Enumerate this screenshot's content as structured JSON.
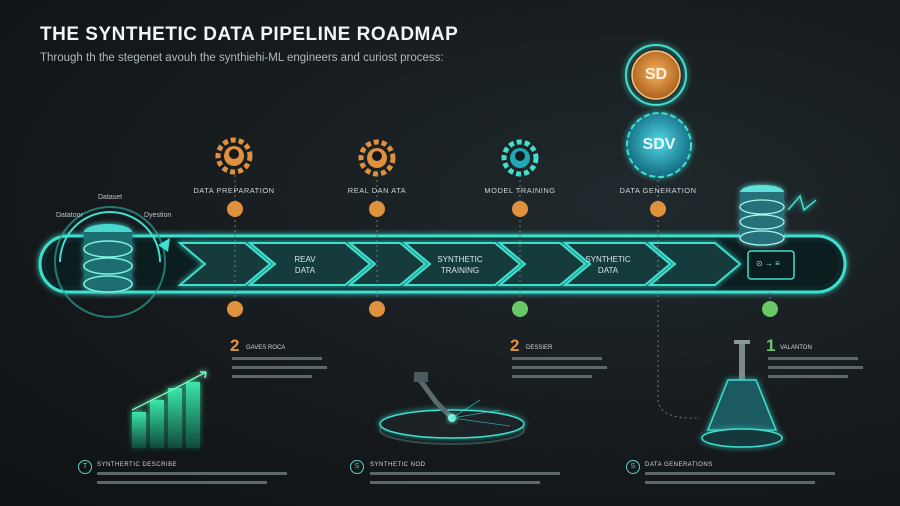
{
  "title": "THE SYNTHETIC DATA PIPELINE ROADMAP",
  "subtitle": "Through th the stegenet avouh the synthiehi-ML engineers and curiost process:",
  "badges": {
    "top": "SD",
    "main": "SDV"
  },
  "source": {
    "label_top": "Dataset",
    "label_left": "Datatoor",
    "label_right": "Dyestion"
  },
  "stages": [
    {
      "label": "DATA PREPARATION",
      "dot_color": "#e0913e"
    },
    {
      "label": "REAL DAN ATA",
      "dot_color": "#e0913e"
    },
    {
      "label": "MODEL TRAINING",
      "dot_color": "#e0913e"
    },
    {
      "label": "DATA GENERATION",
      "dot_color": "#e0913e"
    }
  ],
  "segments": [
    {
      "line1": "REAV",
      "line2": "DATA"
    },
    {
      "line1": "SYNTHETIC",
      "line2": "TRAINING"
    },
    {
      "line1": "SYNTHETIC",
      "line2": "DATA"
    }
  ],
  "end_box": {
    "text": "⊙ → ≡"
  },
  "lower_dots": [
    "#e0913e",
    "#e0913e",
    "#69c765",
    "#69c765"
  ],
  "callouts": [
    {
      "num": "2",
      "tag": "GAVES ROCA",
      "color": "#e0913e"
    },
    {
      "num": "2",
      "tag": "DESSIER",
      "color": "#e0913e"
    },
    {
      "num": "1",
      "tag": "VALANTON",
      "color": "#69c765"
    }
  ],
  "footer": [
    {
      "icon": "T",
      "title": "SYNTHERTIC DESCRIBE"
    },
    {
      "icon": "S",
      "title": "SYNTHETIC NOD"
    },
    {
      "icon": "S",
      "title": "DATA GENERATIONS"
    }
  ],
  "colors": {
    "accent": "#3ee0cf",
    "orange": "#e0913e",
    "green": "#69c765",
    "background": "#15191c"
  }
}
